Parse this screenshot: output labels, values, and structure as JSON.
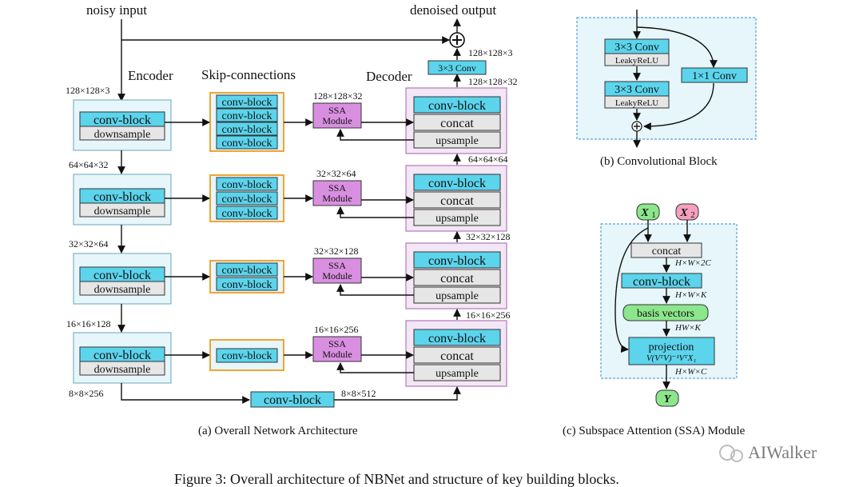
{
  "main": {
    "noisy_input": "noisy input",
    "denoised_output": "denoised output",
    "encoder": "Encoder",
    "skip_connections": "Skip-connections",
    "decoder": "Decoder",
    "dims": {
      "in": "128×128×3",
      "e2": "64×64×32",
      "e3": "32×32×64",
      "e4": "16×16×128",
      "bottom_left": "8×8×256",
      "bottom_right": "8×8×512",
      "ssa1": "128×128×32",
      "ssa2": "32×32×64",
      "ssa3": "32×32×128",
      "ssa4": "16×16×256",
      "d_out": "128×128×3",
      "d1_up": "128×128×32",
      "d2_up": "64×64×64",
      "d3_up": "32×32×128",
      "d4_up": "16×16×256"
    },
    "conv_block": "conv-block",
    "downsample": "downsample",
    "concat": "concat",
    "upsample": "upsample",
    "ssa_line1": "SSA",
    "ssa_line2": "Module",
    "conv3": "3×3 Conv",
    "caption": "(a) Overall Network Architecture"
  },
  "block_b": {
    "conv3a": "3×3 Conv",
    "leaky_a": "LeakyReLU",
    "conv3b": "3×3 Conv",
    "leaky_b": "LeakyReLU",
    "conv1": "1×1 Conv",
    "caption": "(b) Convolutional Block"
  },
  "block_c": {
    "x1": "X",
    "x1_sub": "1",
    "x2": "X",
    "x2_sub": "2",
    "concat": "concat",
    "dim1": "H×W×2C",
    "conv_block": "conv-block",
    "dim2": "H×W×K",
    "basis": "basis vectors",
    "dim3": "HW×K",
    "projection": "projection",
    "proj_formula": "V(VᵀV)⁻¹VᵀX₁",
    "dim4": "H×W×C",
    "y": "Y",
    "caption": "(c) Subspace Attention (SSA) Module"
  },
  "figure_caption": "Figure 3: Overall architecture of NBNet and structure of key building blocks.",
  "watermark": "AIWalker",
  "colors": {
    "cyan": "#5bd4ec",
    "gray": "#e6e6e6",
    "orange": "#f29b1d",
    "purple": "#d98fe0",
    "panel_bg": "#e6f6fb",
    "green": "#8ce68c",
    "pink": "#f6a0c0"
  }
}
